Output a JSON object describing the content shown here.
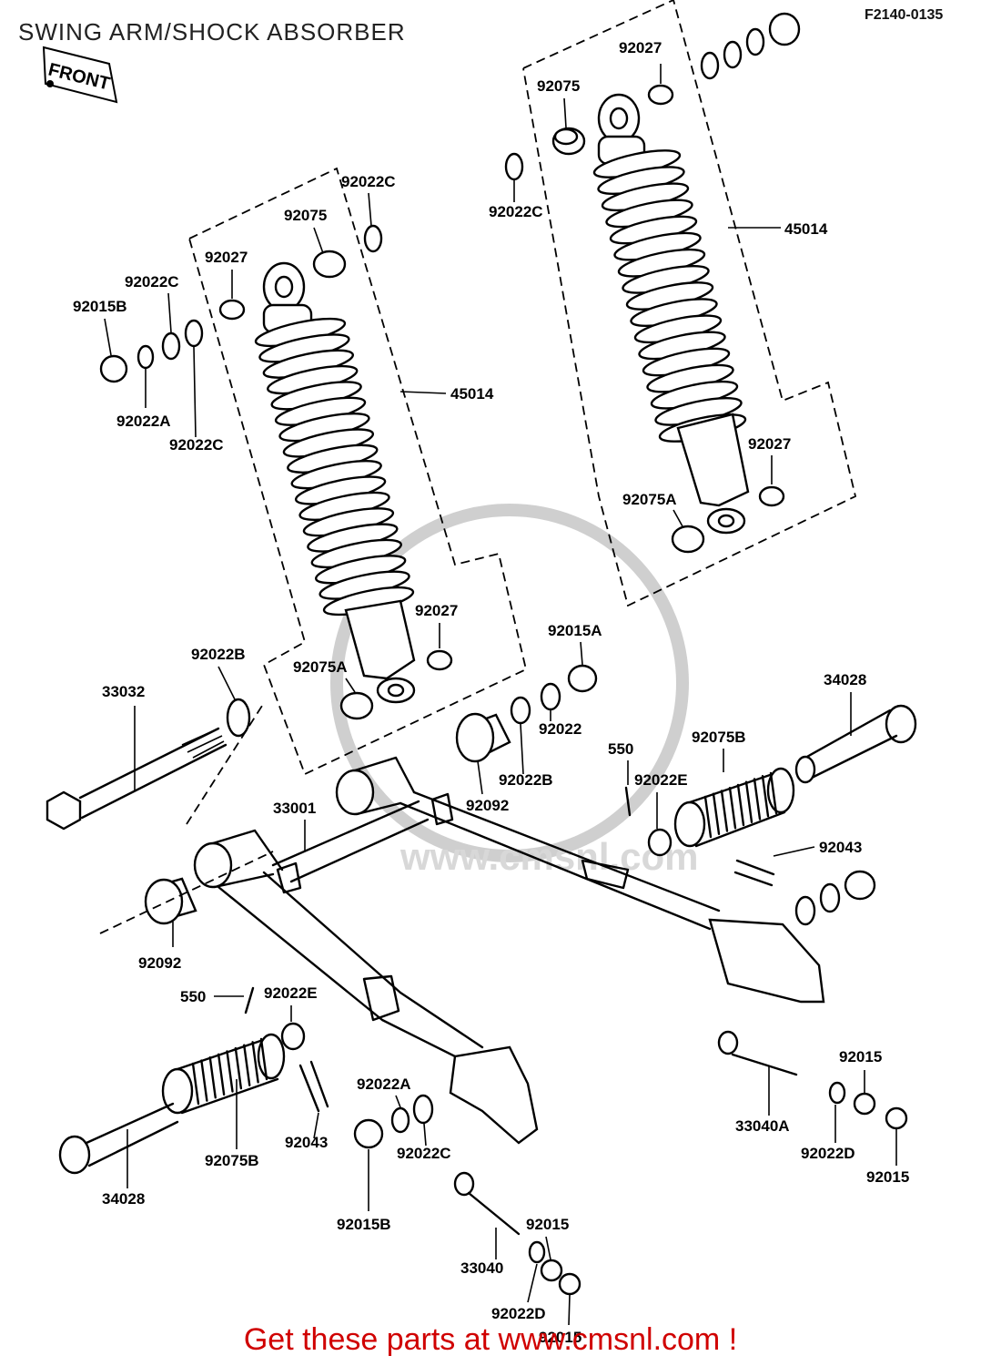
{
  "title": "SWING ARM/SHOCK ABSORBER",
  "figure_code": "F2140-0135",
  "direction_tag": "FRONT",
  "watermark": "www.cmsnl.com",
  "footer_text": "Get these parts at www.cmsnl.com !",
  "parts": [
    {
      "id": "p-92027-right-top",
      "num": "92027"
    },
    {
      "id": "p-92075-right-top",
      "num": "92075"
    },
    {
      "id": "p-92022c-right",
      "num": "92022C"
    },
    {
      "id": "p-45014-right",
      "num": "45014"
    },
    {
      "id": "p-92027-right-bottom",
      "num": "92027"
    },
    {
      "id": "p-92075a-right",
      "num": "92075A"
    },
    {
      "id": "p-92022c-left-top",
      "num": "92022C"
    },
    {
      "id": "p-92075-left",
      "num": "92075"
    },
    {
      "id": "p-92027-left-top",
      "num": "92027"
    },
    {
      "id": "p-92022c-left-mid",
      "num": "92022C"
    },
    {
      "id": "p-92015b-top",
      "num": "92015B"
    },
    {
      "id": "p-45014-left",
      "num": "45014"
    },
    {
      "id": "p-92022a-top",
      "num": "92022A"
    },
    {
      "id": "p-92022c-left-low",
      "num": "92022C"
    },
    {
      "id": "p-92027-left-bottom",
      "num": "92027"
    },
    {
      "id": "p-92075a-left",
      "num": "92075A"
    },
    {
      "id": "p-92015a",
      "num": "92015A"
    },
    {
      "id": "p-92022b-left",
      "num": "92022B"
    },
    {
      "id": "p-33032",
      "num": "33032"
    },
    {
      "id": "p-92022",
      "num": "92022"
    },
    {
      "id": "p-92022b-right",
      "num": "92022B"
    },
    {
      "id": "p-92092-right",
      "num": "92092"
    },
    {
      "id": "p-34028-right",
      "num": "34028"
    },
    {
      "id": "p-92075b-right",
      "num": "92075B"
    },
    {
      "id": "p-550-right",
      "num": "550"
    },
    {
      "id": "p-92022e-right",
      "num": "92022E"
    },
    {
      "id": "p-33001",
      "num": "33001"
    },
    {
      "id": "p-92043-right",
      "num": "92043"
    },
    {
      "id": "p-92092-left",
      "num": "92092"
    },
    {
      "id": "p-550-left",
      "num": "550"
    },
    {
      "id": "p-92022e-left",
      "num": "92022E"
    },
    {
      "id": "p-92022a-bottom",
      "num": "92022A"
    },
    {
      "id": "p-92043-left",
      "num": "92043"
    },
    {
      "id": "p-92075b-left",
      "num": "92075B"
    },
    {
      "id": "p-92022c-bottom",
      "num": "92022C"
    },
    {
      "id": "p-34028-left",
      "num": "34028"
    },
    {
      "id": "p-92015b-bottom",
      "num": "92015B"
    },
    {
      "id": "p-33040a",
      "num": "33040A"
    },
    {
      "id": "p-92015-right-1",
      "num": "92015"
    },
    {
      "id": "p-92022d-right",
      "num": "92022D"
    },
    {
      "id": "p-92015-right-2",
      "num": "92015"
    },
    {
      "id": "p-92015-bottom-1",
      "num": "92015"
    },
    {
      "id": "p-33040",
      "num": "33040"
    },
    {
      "id": "p-92022d-bottom",
      "num": "92022D"
    },
    {
      "id": "p-92015-bottom-2",
      "num": "92015"
    }
  ]
}
